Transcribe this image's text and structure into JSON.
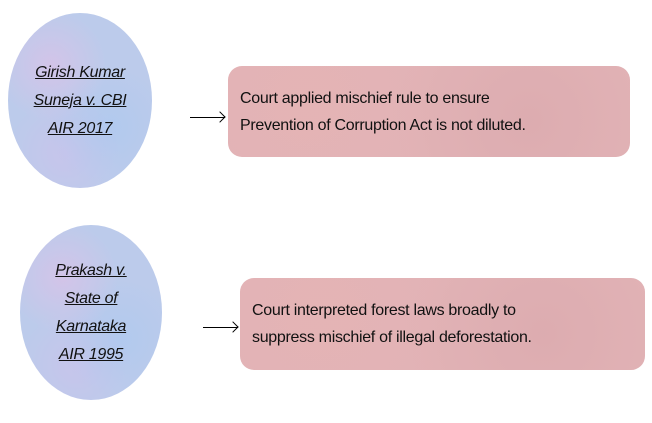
{
  "cases": [
    {
      "name_lines": [
        "Girish Kumar",
        "Suneja v. CBI",
        "AIR 2017"
      ],
      "description_lines": [
        "Court applied mischief rule to ensure",
        "Prevention of Corruption Act is not diluted."
      ]
    },
    {
      "name_lines": [
        "Prakash v.",
        "State of",
        "Karnataka",
        "AIR 1995"
      ],
      "description_lines": [
        "Court interpreted forest laws broadly to",
        "suppress mischief of illegal deforestation."
      ]
    }
  ]
}
